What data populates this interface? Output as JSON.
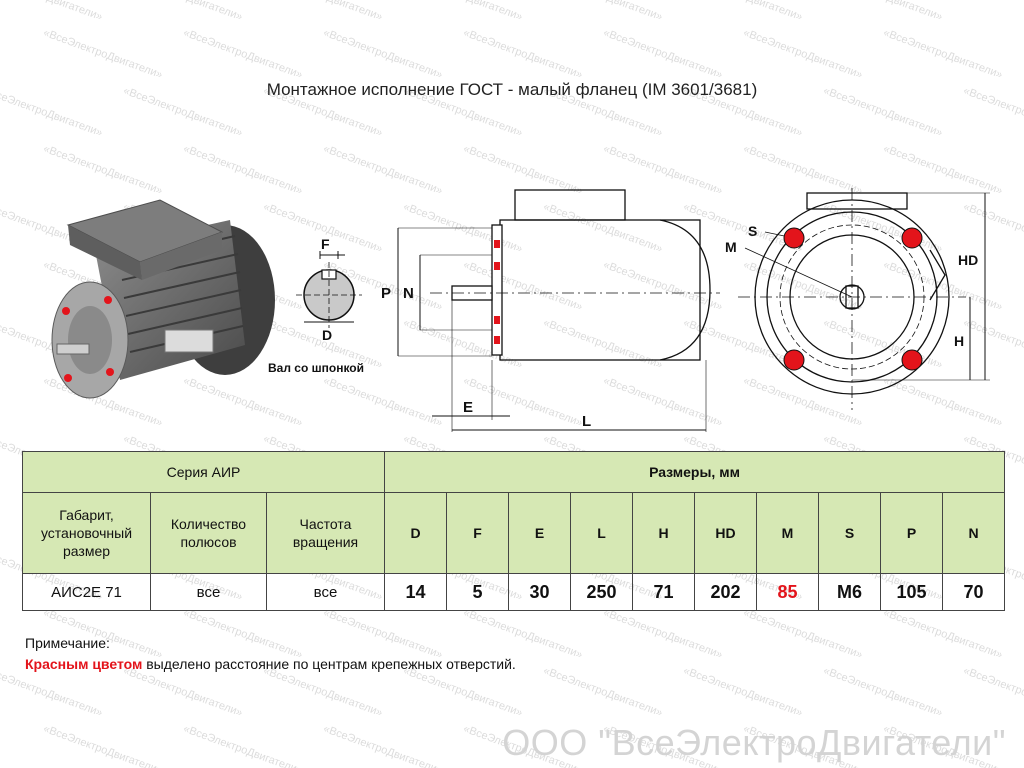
{
  "title": "Монтажное исполнение ГОСТ - малый фланец (IM 3601/3681)",
  "watermark_text": "«ВсеЭлектроДвигатели»",
  "shaft_caption": "Вал со шпонкой",
  "shaft_labels": {
    "f": "F",
    "d": "D"
  },
  "side_labels": {
    "p": "P",
    "n": "N",
    "e": "E",
    "l": "L"
  },
  "front_labels": {
    "s": "S",
    "m": "M",
    "hd": "HD",
    "h": "H"
  },
  "table": {
    "series_header": "Серия АИР",
    "dims_header": "Размеры, мм",
    "col_gabarit": "Габарит, установочный размер",
    "col_poles": "Количество полюсов",
    "col_speed": "Частота вращения",
    "dim_names": [
      "D",
      "F",
      "E",
      "L",
      "H",
      "HD",
      "M",
      "S",
      "P",
      "N"
    ],
    "row": {
      "gabarit": "АИС2Е 71",
      "poles": "все",
      "speed": "все",
      "values": [
        "14",
        "5",
        "30",
        "250",
        "71",
        "202",
        "85",
        "M6",
        "105",
        "70"
      ]
    }
  },
  "note": {
    "heading": "Примечание:",
    "highlight": "Красным цветом",
    "text": " выделено расстояние по центрам крепежных отверстий."
  },
  "footer_brand": "ООО \"ВсеЭлектроДвигатели\"",
  "colors": {
    "header_bg": "#d6e8b4",
    "accent_red": "#e3141b"
  }
}
